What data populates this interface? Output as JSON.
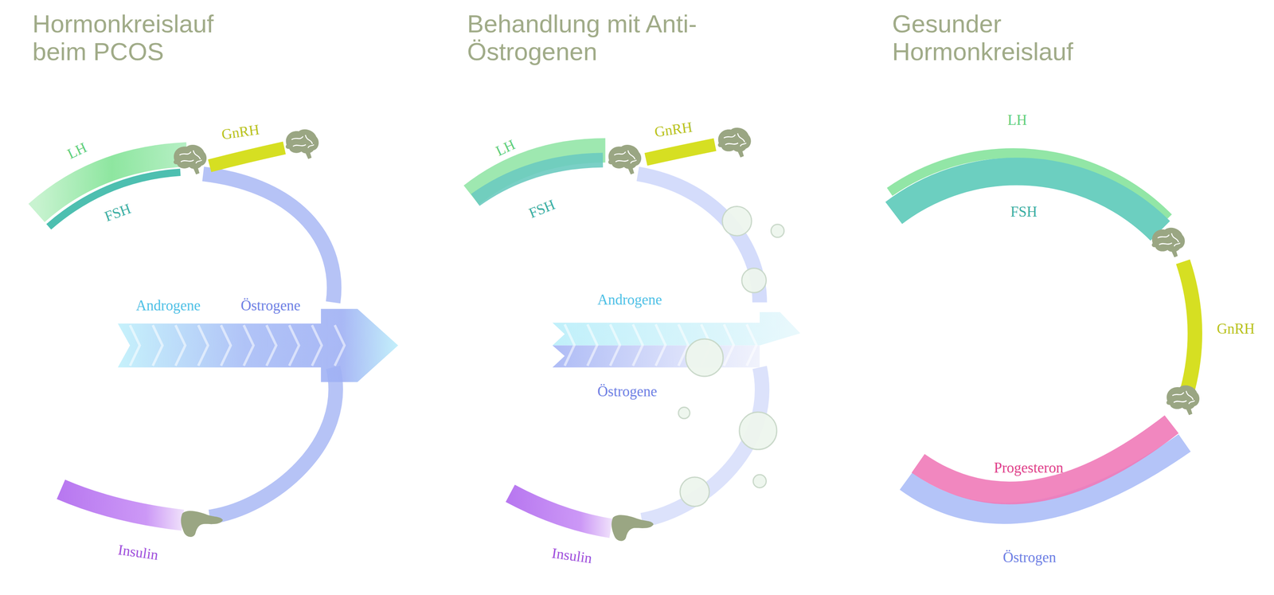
{
  "diagram": {
    "labels": [
      "Hormonkreislauf beim PCOS",
      "Behandlung mit Anti-Östrogenen",
      "Gesunder Hormonkreislauf",
      "LH",
      "GnRH",
      "FSH",
      "Androgene",
      "Östrogene",
      "Insulin",
      "LH",
      "GnRH",
      "FSH",
      "Androgene",
      "Östrogene",
      "Insulin",
      "LH",
      "FSH",
      "GnRH",
      "Progesteron",
      "Östrogen"
    ]
  }
}
